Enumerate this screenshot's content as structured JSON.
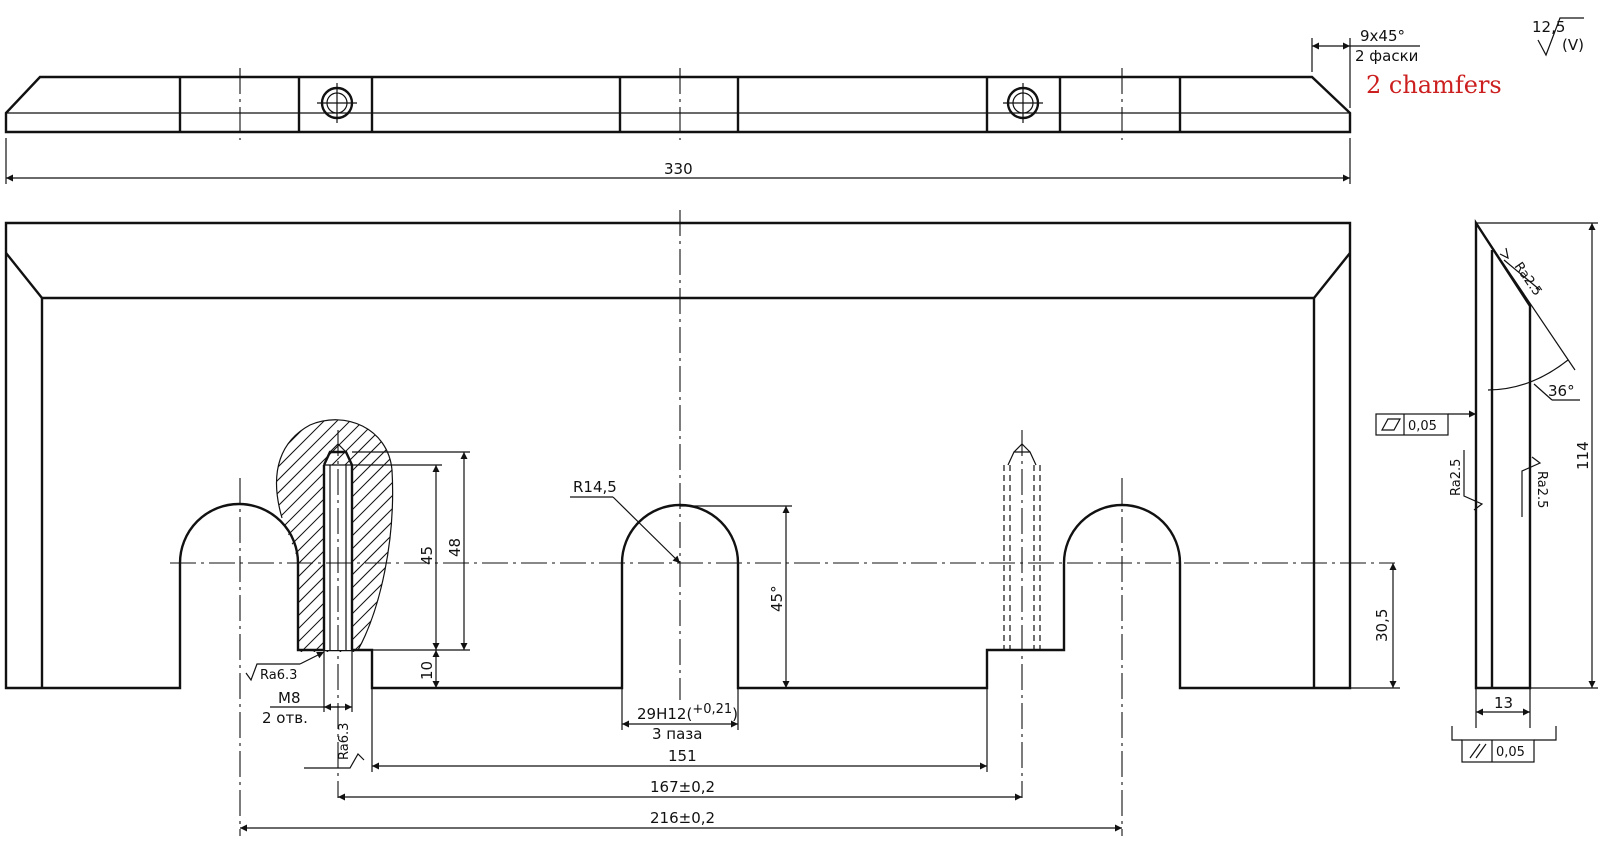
{
  "surface_finish": {
    "value": "12,5",
    "general": "(V)"
  },
  "top_view": {
    "chamfer_size": "9x45°",
    "chamfer_count_ru": "2 фаски",
    "chamfer_note_en": "2 chamfers",
    "overall_length": "330"
  },
  "front_view": {
    "radius": "R14,5",
    "hole_depth": "45",
    "body_height": "48",
    "slot_depth": "45°",
    "step_height": "10",
    "roughness_left": "Ra6.3",
    "roughness_bottom": "Ra6.3",
    "thread": "M8",
    "thread_count": "2 отв.",
    "slot_width": "29H12(",
    "slot_tolerance": "+0,21",
    "slot_close": ")",
    "slot_count": "3 паза",
    "dim_151": "151",
    "dim_167": "167±0,2",
    "dim_216": "216±0,2",
    "center_height": "30,5"
  },
  "side_view": {
    "bevel_roughness": "Ra2.5",
    "angle": "36°",
    "flatness_value": "0,05",
    "left_roughness": "Ra2.5",
    "right_roughness": "Ra2.5",
    "height": "114",
    "thickness": "13",
    "parallelism_value": "0,05"
  }
}
